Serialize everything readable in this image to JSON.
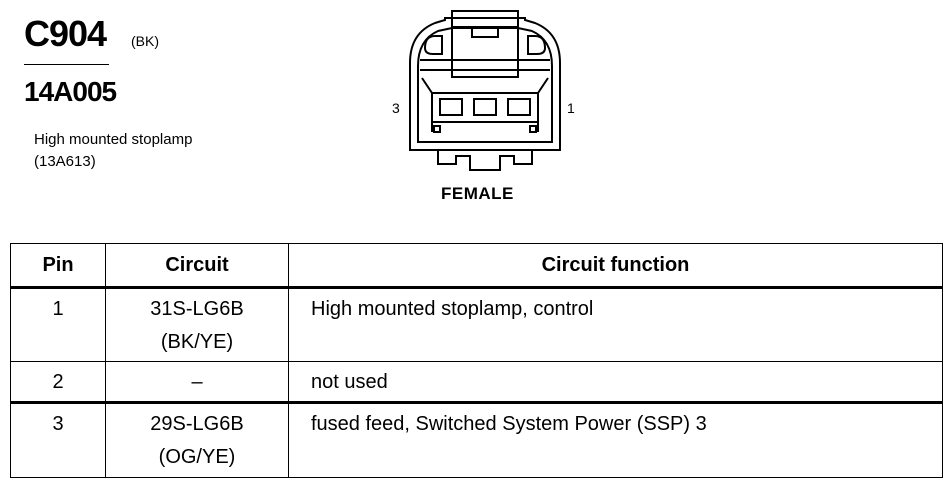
{
  "header": {
    "connector_id": "C904",
    "color_code": "(BK)",
    "part_number": "14A005",
    "component_name": "High mounted stoplamp",
    "component_code": "(13A613)"
  },
  "diagram": {
    "pin_label_left": "3",
    "pin_label_right": "1",
    "gender": "FEMALE"
  },
  "table": {
    "headers": [
      "Pin",
      "Circuit",
      "Circuit function"
    ],
    "rows": [
      {
        "pin": "1",
        "circuit": "31S-LG6B",
        "circuit_color": "(BK/YE)",
        "function": "High mounted stoplamp, control"
      },
      {
        "pin": "2",
        "circuit": "–",
        "circuit_color": "",
        "function": "not used"
      },
      {
        "pin": "3",
        "circuit": "29S-LG6B",
        "circuit_color": "(OG/YE)",
        "function": "fused feed, Switched System Power (SSP) 3"
      }
    ]
  }
}
